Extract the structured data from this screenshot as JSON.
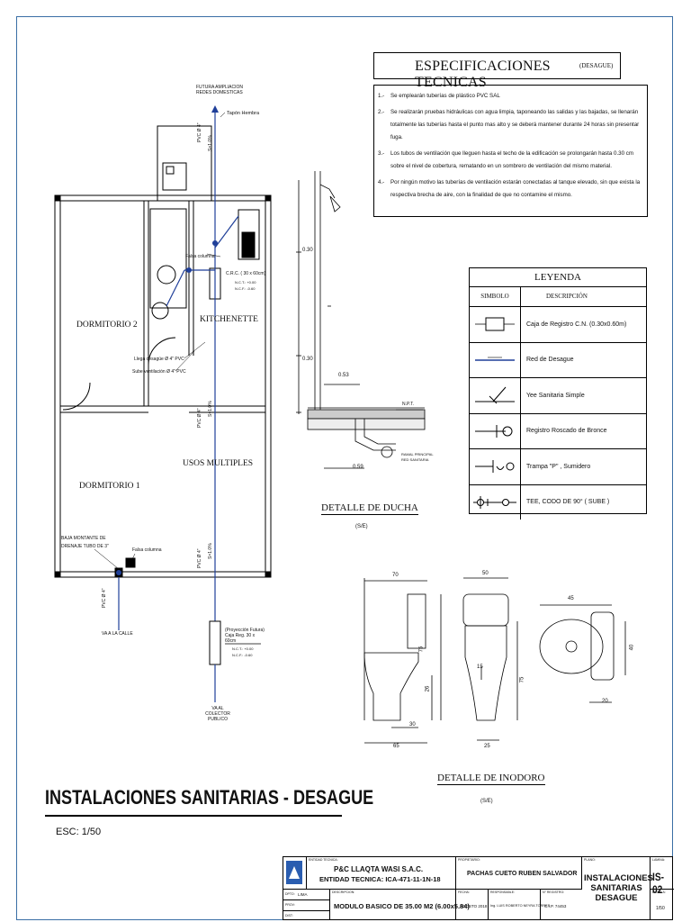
{
  "specs": {
    "title": "ESPECIFICACIONES TECNICAS",
    "subtitle": "(DESAGUE)",
    "items": [
      {
        "n": "1.-",
        "text": "Se emplearán tuberías de plástico PVC SAL"
      },
      {
        "n": "2.-",
        "text": "Se realizarán pruebas hidráulicas con agua limpia, taponeando las salidas y las bajadas, se llenarán totalmente las tuberías hasta el punto mas alto y se deberá mantener durante 24 horas sin presentar fuga."
      },
      {
        "n": "3.-",
        "text": "Los tubos de ventilación que lleguen hasta el techo de la edificación se prolongarán hasta 0.30 cm sobre el nivel de cobertura, rematando en un sombrero de ventilación del mismo material."
      },
      {
        "n": "4.-",
        "text": "Por ningún motivo las tuberías de ventilación estarán conectadas al tanque elevado, sin que exista la respectiva brecha de aire, con la finalidad de que no contamine el mismo."
      }
    ]
  },
  "legend": {
    "title": "LEYENDA",
    "col_symbol": "SIMBOLO",
    "col_desc": "DESCRIPCIÓN",
    "items": [
      {
        "desc": "Caja de Registro C.N. (0.30x0.60m)",
        "icon": "registry-box-icon"
      },
      {
        "desc": "Red de Desague",
        "icon": "drain-line-icon"
      },
      {
        "desc": "Yee Sanitaria Simple",
        "icon": "yee-fitting-icon"
      },
      {
        "desc": "Registro Roscado de Bronce",
        "icon": "bronze-register-icon"
      },
      {
        "desc": "Trampa \"P\" , Sumidero",
        "icon": "p-trap-icon"
      },
      {
        "desc": "TEE, CODO DE 90° ( SUBE )",
        "icon": "tee-elbow-icon"
      }
    ]
  },
  "plan": {
    "rooms": [
      "DORMITORIO 2",
      "KITCHENETTE",
      "USOS MULTIPLES",
      "DORMITORIO 1"
    ],
    "notes": {
      "futura": "FUTURA AMPLIACION REDES DOMESTICAS",
      "tapon": "Tapón Hembra",
      "falsa1": "Falsa columna",
      "crc": "C.R.C. ( 30 x 60cm)",
      "nct1": "N.C.T.: +0.00",
      "ncf1": "N.C.F.: -0.60",
      "llega": "Llega desagüe Ø 4\" PVC",
      "sube": "Sube ventilación Ø 4\" PVC",
      "pvc": "PVC Ø 4\"",
      "pend": "S=1.0%",
      "baja": "BAJA MONTANTE DE DRENAJE TUBO DE 3\"",
      "falsa2": "Falsa columna",
      "calle": "VA A LA CALLE",
      "proy": "(Proyección Futura) Caja Reg. 30 x 60cm",
      "nct2": "N.C.T.: +0.00",
      "ncf2": "N.C.F.: -0.60",
      "colector": "VA AL COLECTOR PUBLICO"
    }
  },
  "ducha": {
    "title": "DETALLE DE DUCHA",
    "scale": "(S/E)",
    "dims": [
      "0.30",
      "0.30",
      "0.53",
      "0.59"
    ],
    "npt": "N.P.T.",
    "ramal": "RAMAL PRINCIPAL RED SANITARIA"
  },
  "inodoro": {
    "title": "DETALLE DE INODORO",
    "scale": "(S/E)",
    "dims_side": [
      "70",
      "75",
      "30",
      "65",
      "26"
    ],
    "dims_front": [
      "50",
      "75",
      "15",
      "25"
    ],
    "dims_top": [
      "45",
      "40",
      "20"
    ]
  },
  "main_title": "INSTALACIONES SANITARIAS - DESAGUE",
  "scale_label": "ESC: 1/50",
  "title_block": {
    "entidad_lbl": "ENTIDAD TECNICA:",
    "company": "P&C LLAQTA WASI S.A.C.",
    "entidad": "ENTIDAD TECNICA:  ICA-471-11-1N-18",
    "propietario_lbl": "PROPIETARIO:",
    "owner": "PACHAS CUETO RUBEN SALVADOR",
    "plano_lbl": "PLANO:",
    "plan_title": "INSTALACIONES SANITARIAS DESAGUE",
    "lamina_lbl": "LAMINA:",
    "sheet": "IS-02",
    "dpto_lbl": "DPTO:",
    "dpto": "LIMA",
    "prov_lbl": "PROV:",
    "dist_lbl": "DIST:",
    "desc_lbl": "DESCRIPCION:",
    "description": "MODULO BASICO DE 35.00 M2 (6.00x5.84)",
    "fecha_lbl": "FECHA:",
    "date": "AGOSTO 2018",
    "resp_lbl": "RESPONSABLE:",
    "responsible": "Ing. LUIS ROBERTO NEYRA TORRES",
    "reg_lbl": "N° REGISTRO:",
    "registration": "C.I.P. 74453",
    "escala_lbl": "ESCALA:",
    "scale": "1/50"
  },
  "colors": {
    "frame": "#3a6ea5",
    "pipe": "#1f3f99",
    "ink": "#111111"
  }
}
